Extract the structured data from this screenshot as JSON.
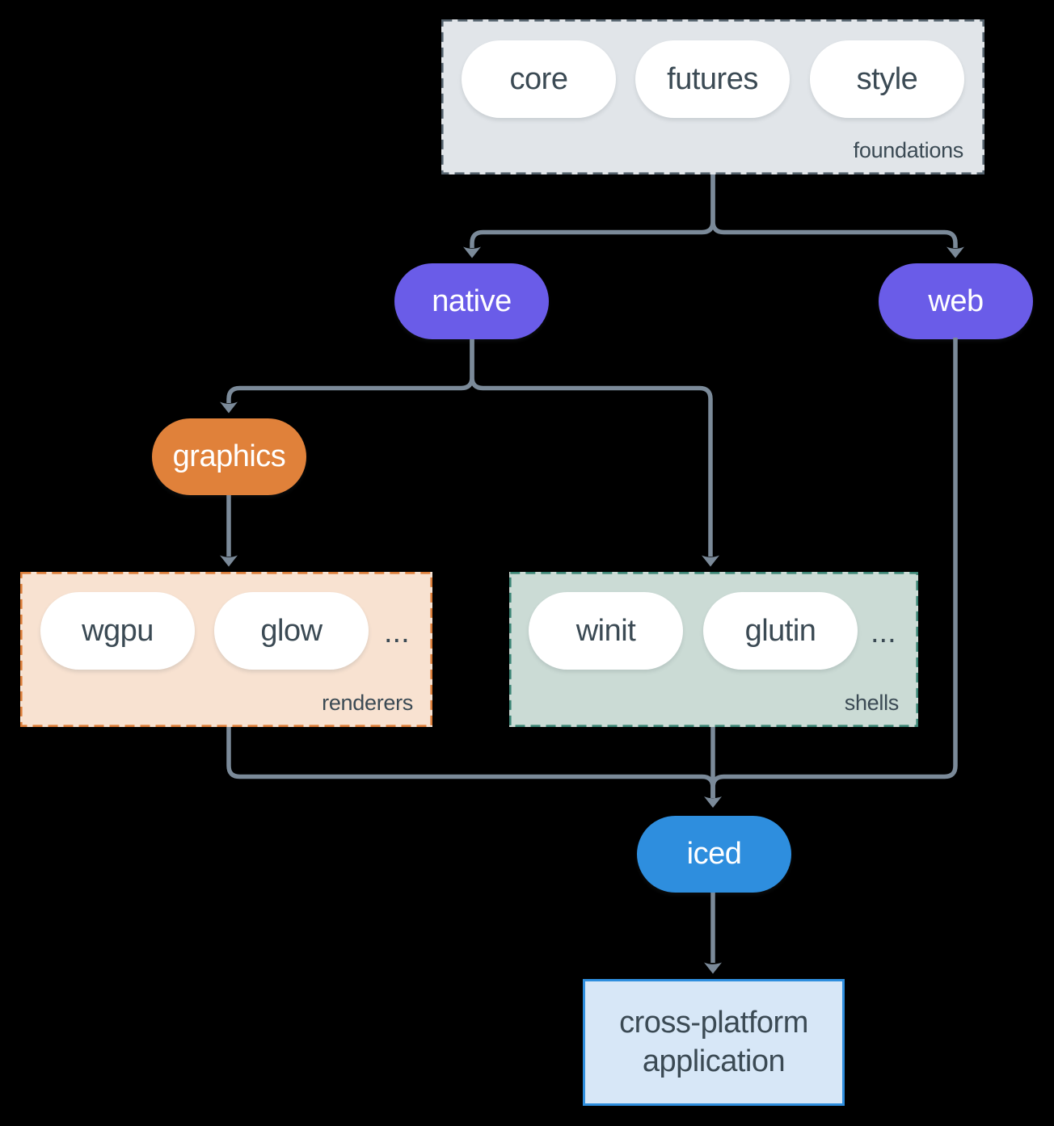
{
  "groups": {
    "foundations": {
      "label": "foundations",
      "items": [
        "core",
        "futures",
        "style"
      ]
    },
    "renderers": {
      "label": "renderers",
      "items": [
        "wgpu",
        "glow"
      ],
      "ellipsis": "..."
    },
    "shells": {
      "label": "shells",
      "items": [
        "winit",
        "glutin"
      ],
      "ellipsis": "..."
    }
  },
  "nodes": {
    "native": "native",
    "web": "web",
    "graphics": "graphics",
    "iced": "iced",
    "application": "cross-platform application"
  },
  "colors": {
    "background": "#000000",
    "line": "#7b8a99",
    "text-dark": "#3b4a54",
    "pill-white": "#ffffff",
    "purple": "#6a5ce8",
    "orange": "#e0813a",
    "blue": "#2e8ede",
    "foundations-fill": "#e1e5e9",
    "foundations-border": "#55636e",
    "renderers-fill": "#f8e2d1",
    "renderers-border": "#dd7f3b",
    "shells-fill": "#cbdbd5",
    "shells-border": "#3d8676",
    "app-fill": "#d7e7f7",
    "app-border": "#2e8ede"
  }
}
